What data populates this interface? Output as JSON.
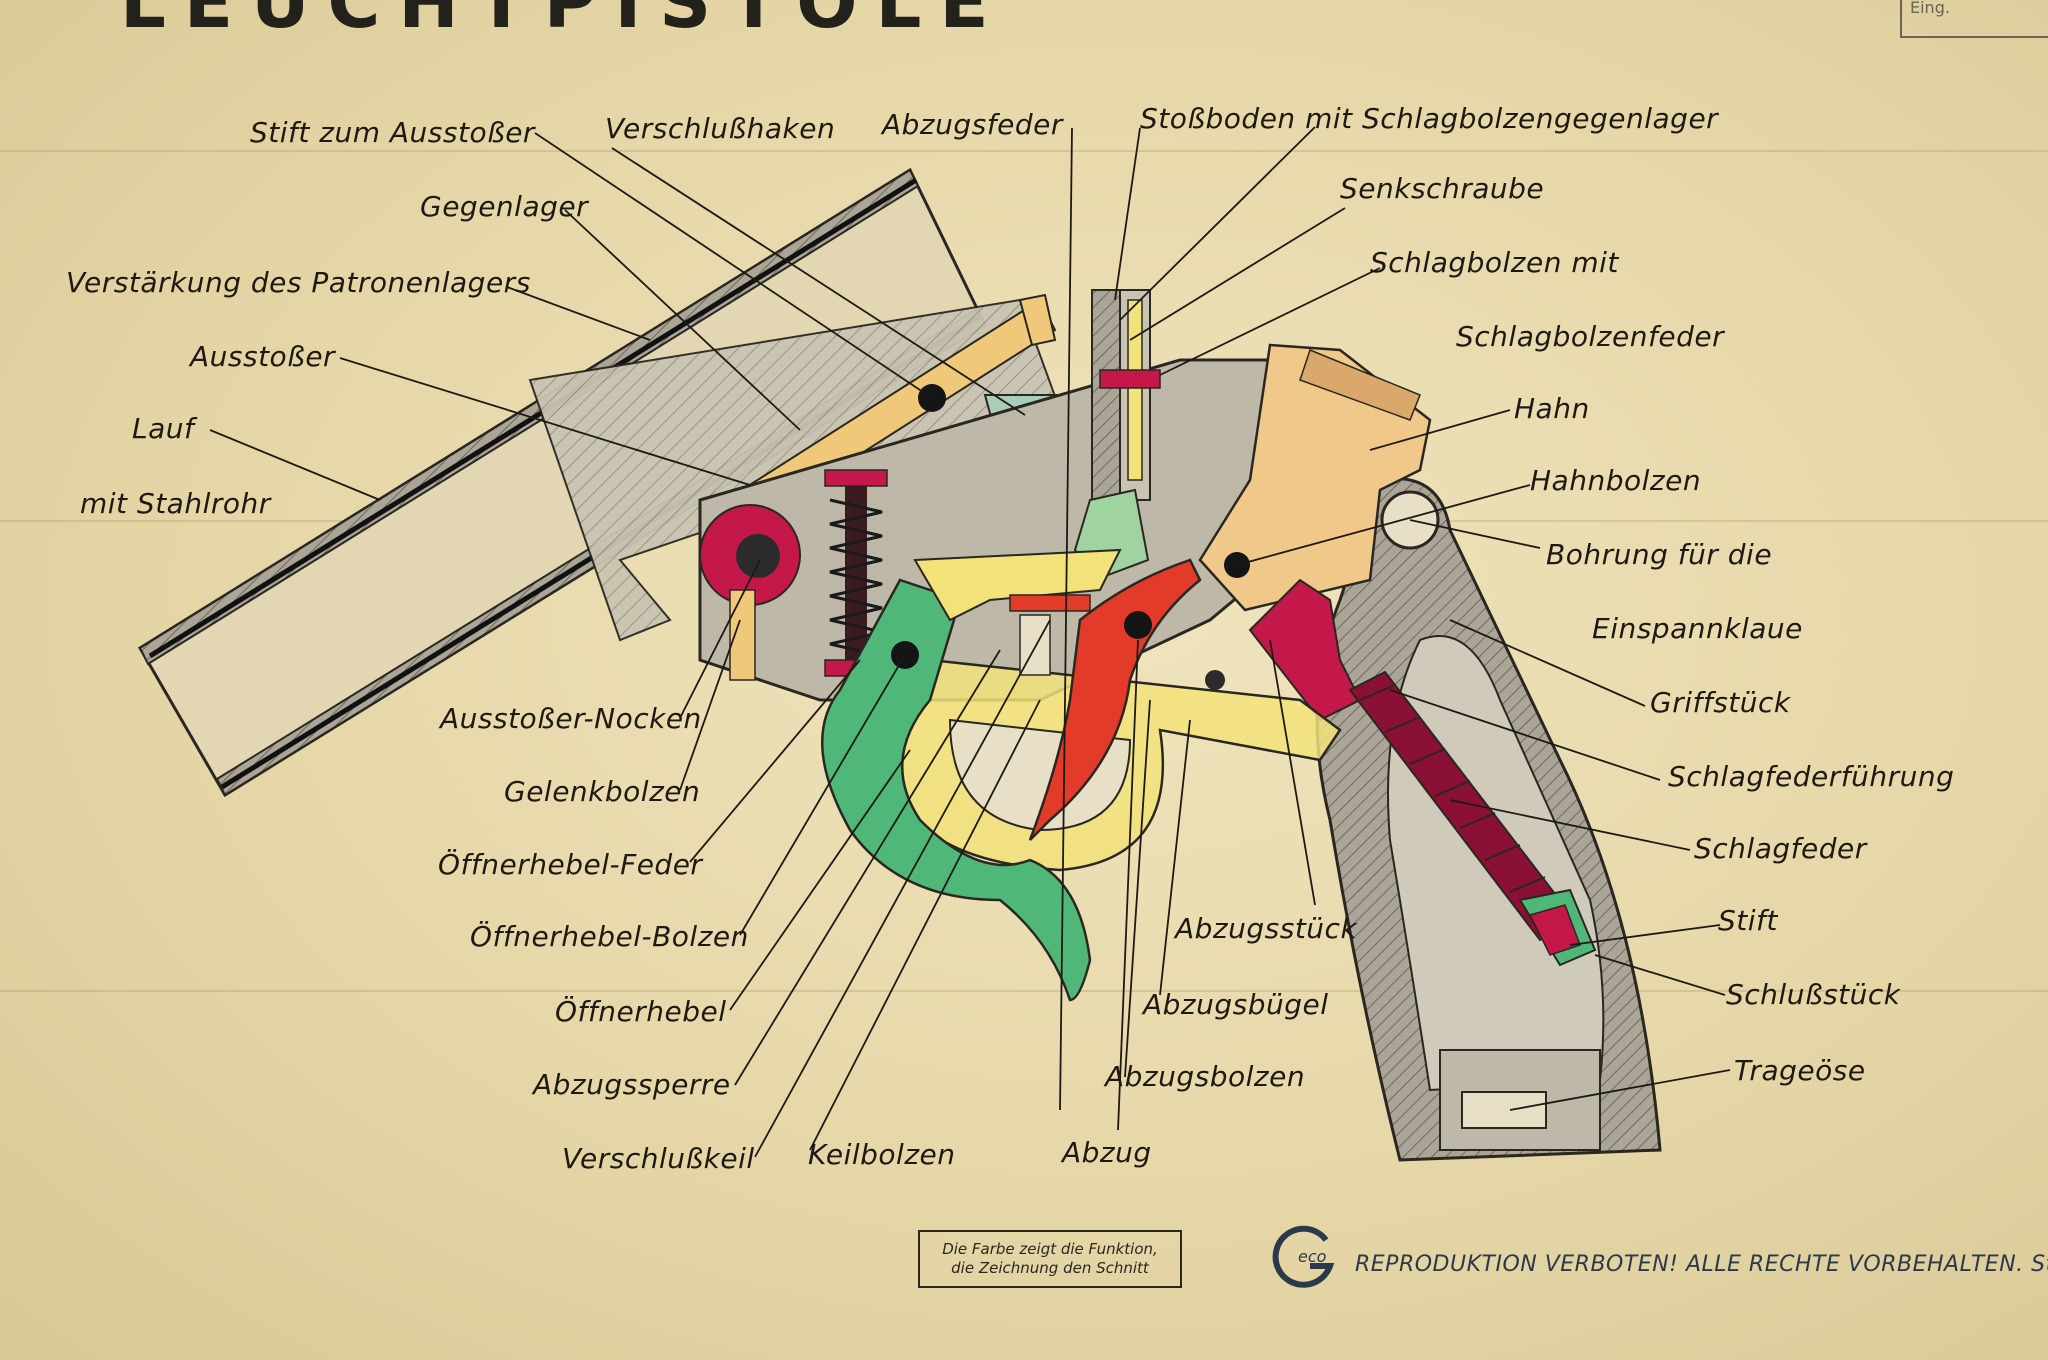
{
  "title": "LEUCHTPISTOLE",
  "stamp": "Eing.",
  "labels": {
    "stift_ausstosser": "Stift zum Ausstoßer",
    "verschlusshaken": "Verschlußhaken",
    "abzugsfeder": "Abzugsfeder",
    "stossboden": "Stoßboden mit Schlagbolzengegenlager",
    "gegenlager": "Gegenlager",
    "senkschraube": "Senkschraube",
    "verstaerkung": "Verstärkung des Patronenlagers",
    "schlagbolzen": "Schlagbolzen mit",
    "schlagbolzenfeder": "Schlagbolzenfeder",
    "ausstosser": "Ausstoßer",
    "hahn": "Hahn",
    "lauf": "Lauf",
    "stahlrohr": "mit Stahlrohr",
    "hahnbolzen": "Hahnbolzen",
    "bohrung": "Bohrung für die",
    "einspannklaue": "Einspannklaue",
    "griffstueck": "Griffstück",
    "schlagfederfuehrung": "Schlagfederführung",
    "schlagfeder": "Schlagfeder",
    "stift": "Stift",
    "schlussstueck": "Schlußstück",
    "trageoese": "Trageöse",
    "ausstosser_nocken": "Ausstoßer-Nocken",
    "gelenkbolzen": "Gelenkbolzen",
    "oeffnerhebel_feder": "Öffnerhebel-Feder",
    "oeffnerhebel_bolzen": "Öffnerhebel-Bolzen",
    "oeffnerhebel": "Öffnerhebel",
    "abzugssperre": "Abzugssperre",
    "verschlusskeil": "Verschlußkeil",
    "keilbolzen": "Keilbolzen",
    "abzug": "Abzug",
    "abzugsbolzen": "Abzugsbolzen",
    "abzugsbuegel": "Abzugsbügel",
    "abzugsstueck": "Abzugsstück"
  },
  "note_line1": "Die Farbe zeigt die Funktion,",
  "note_line2": "die Zeichnung den Schnitt",
  "logo_text": "eco",
  "copyright": "REPRODUKTION VERBOTEN! ALLE RECHTE VORBEHALTEN. Stt.",
  "colors": {
    "paper": "#e9dcb0",
    "steel": "#a9a496",
    "brass": "#f0c87a",
    "trigger_red": "#e23b2a",
    "crimson": "#c4174a",
    "green": "#4fb878",
    "yellow": "#f2e27a",
    "light_green": "#9fd3a0",
    "ink": "#1d1a14"
  }
}
